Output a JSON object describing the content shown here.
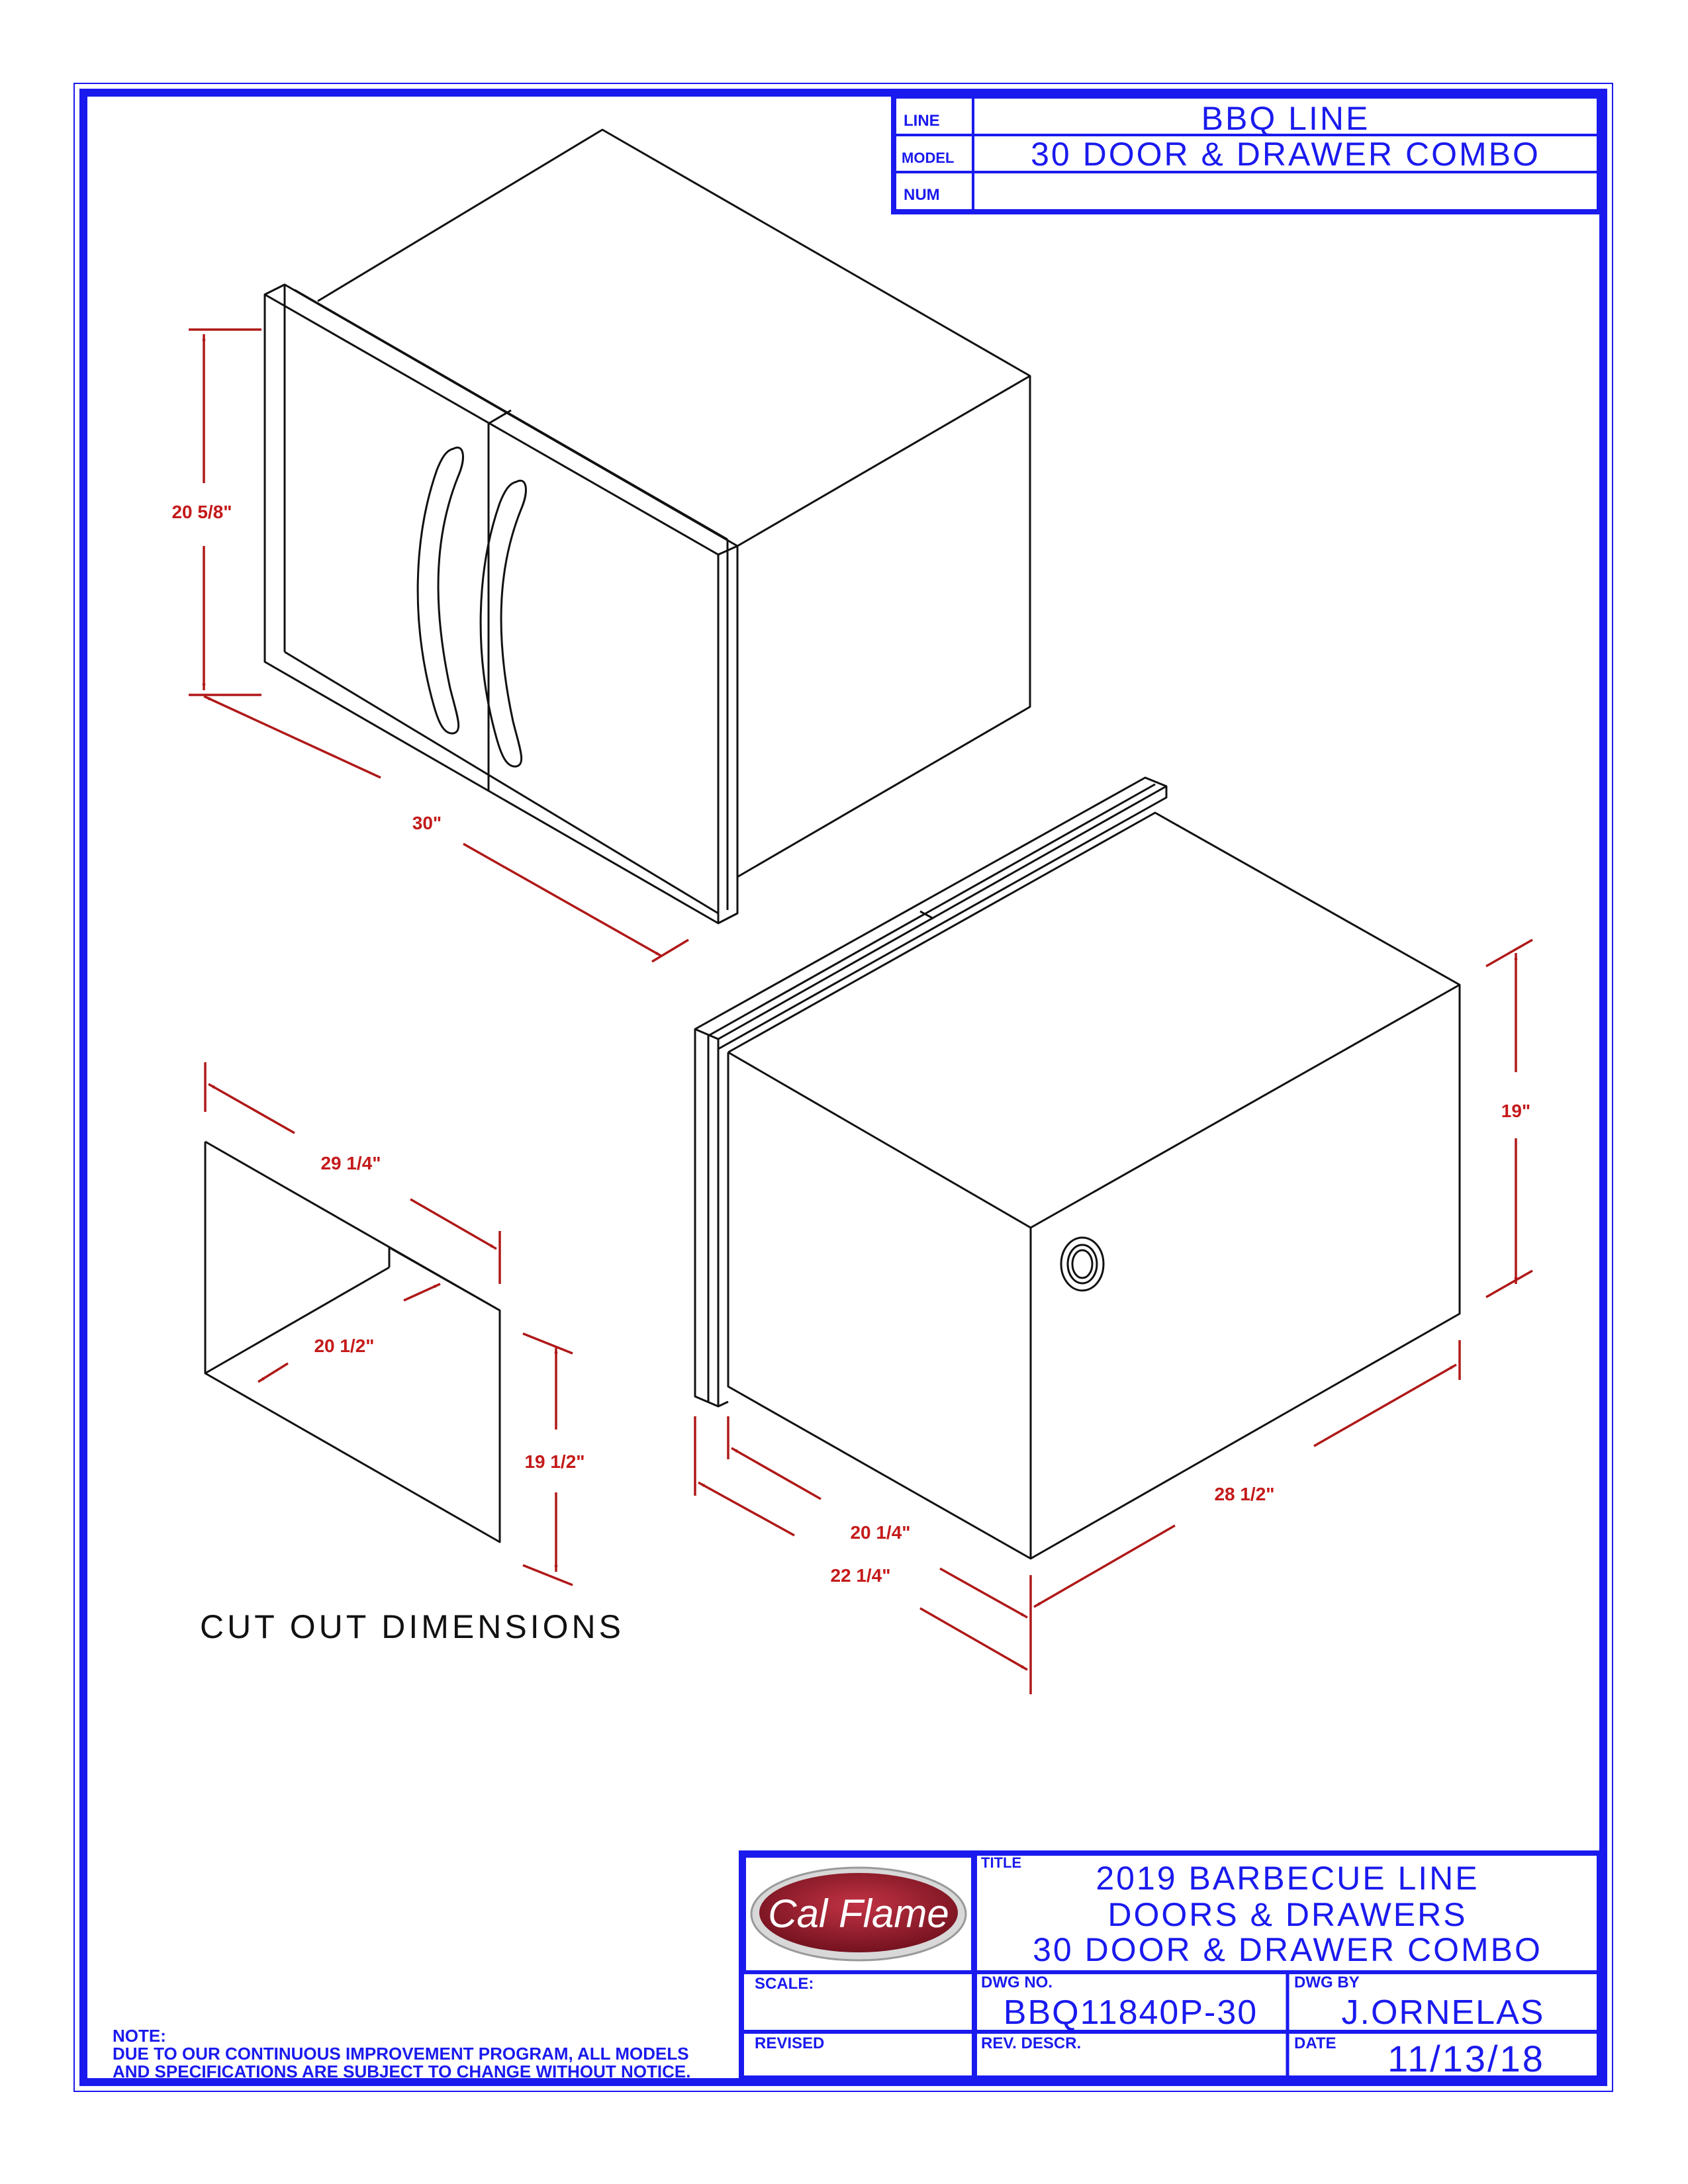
{
  "title_block_top": {
    "line_label": "LINE",
    "line_value": "BBQ LINE",
    "model_label": "MODEL",
    "model_value": "30 DOOR & DRAWER COMBO",
    "num_label": "NUM",
    "num_value": ""
  },
  "dimensions": {
    "door_height": "20 5/8\"",
    "door_width": "30\"",
    "drawer_height": "19\"",
    "drawer_depth": "28 1/2\"",
    "drawer_front_inner": "20 1/4\"",
    "drawer_front_outer": "22 1/4\"",
    "cutout_width": "29 1/4\"",
    "cutout_depth": "20 1/2\"",
    "cutout_height": "19 1/2\""
  },
  "cutout_caption": "CUT OUT DIMENSIONS",
  "note": {
    "heading": "NOTE:",
    "line1": "DUE TO OUR CONTINUOUS IMPROVEMENT PROGRAM, ALL MODELS",
    "line2": "AND SPECIFICATIONS ARE SUBJECT TO CHANGE WITHOUT NOTICE."
  },
  "title_block_bottom": {
    "logo_text": "Cal Flame",
    "title_label": "TITLE",
    "title_line1": "2019 BARBECUE LINE",
    "title_line2": "DOORS & DRAWERS",
    "title_line3": "30 DOOR & DRAWER COMBO",
    "scale_label": "SCALE:",
    "scale_value": "",
    "dwg_no_label": "DWG NO.",
    "dwg_no_value": "BBQ11840P-30",
    "dwg_by_label": "DWG BY",
    "dwg_by_value": "J.ORNELAS",
    "revised_label": "REVISED",
    "rev_descr_label": "REV. DESCR.",
    "date_label": "DATE",
    "date_value": "11/13/18"
  },
  "colors": {
    "frame_blue": "#1a1aee",
    "dimension_red": "#b01818",
    "logo_red": "#9b1b2a"
  }
}
